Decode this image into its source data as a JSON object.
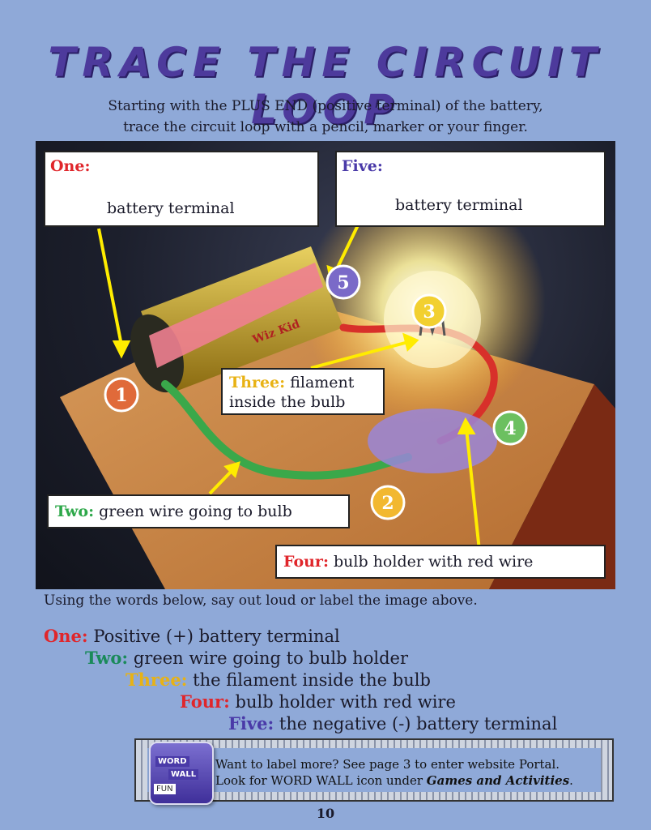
{
  "title": "TRACE THE CIRCUIT LOOP",
  "intro": {
    "line1": "Starting with the PLUS END (positive terminal) of the battery,",
    "line2": "trace the circuit loop with a pencil, marker or your finger."
  },
  "callouts": {
    "one": {
      "num": "One:",
      "text": "battery terminal"
    },
    "five": {
      "num": "Five:",
      "text": "battery terminal"
    },
    "three": {
      "num": "Three:",
      "text1": "filament",
      "text2": "inside the bulb"
    },
    "two": {
      "num": "Two:",
      "text": "green wire going to bulb"
    },
    "four": {
      "num": "Four:",
      "text": "bulb holder with red wire"
    }
  },
  "markers": [
    "1",
    "2",
    "3",
    "4",
    "5"
  ],
  "battery_label": "Wiz Kid",
  "instructions": "Using the words below, say out loud or label the image above.",
  "list": [
    {
      "num": "One:",
      "text": "Positive (+) battery terminal"
    },
    {
      "num": "Two:",
      "text": "green wire going to bulb holder"
    },
    {
      "num": "Three:",
      "text": "the filament inside the bulb"
    },
    {
      "num": "Four:",
      "text": "bulb holder with red wire"
    },
    {
      "num": "Five:",
      "text": "the negative (-) battery terminal"
    }
  ],
  "wordwall": {
    "line1": "Want to label more? See page 3 to enter website Portal.",
    "line2_prefix": "Look for WORD WALL icon under ",
    "line2_em": "Games and Activities",
    "line2_suffix": ".",
    "icon_tiles": [
      "WORD",
      "WALL",
      "FUN"
    ]
  },
  "page_number": "10",
  "colors": {
    "one": "#e0262b",
    "two": "#2ea84a",
    "three": "#e8b214",
    "four": "#e0262b",
    "five": "#4a3aa8",
    "background": "#8fa9d8"
  }
}
